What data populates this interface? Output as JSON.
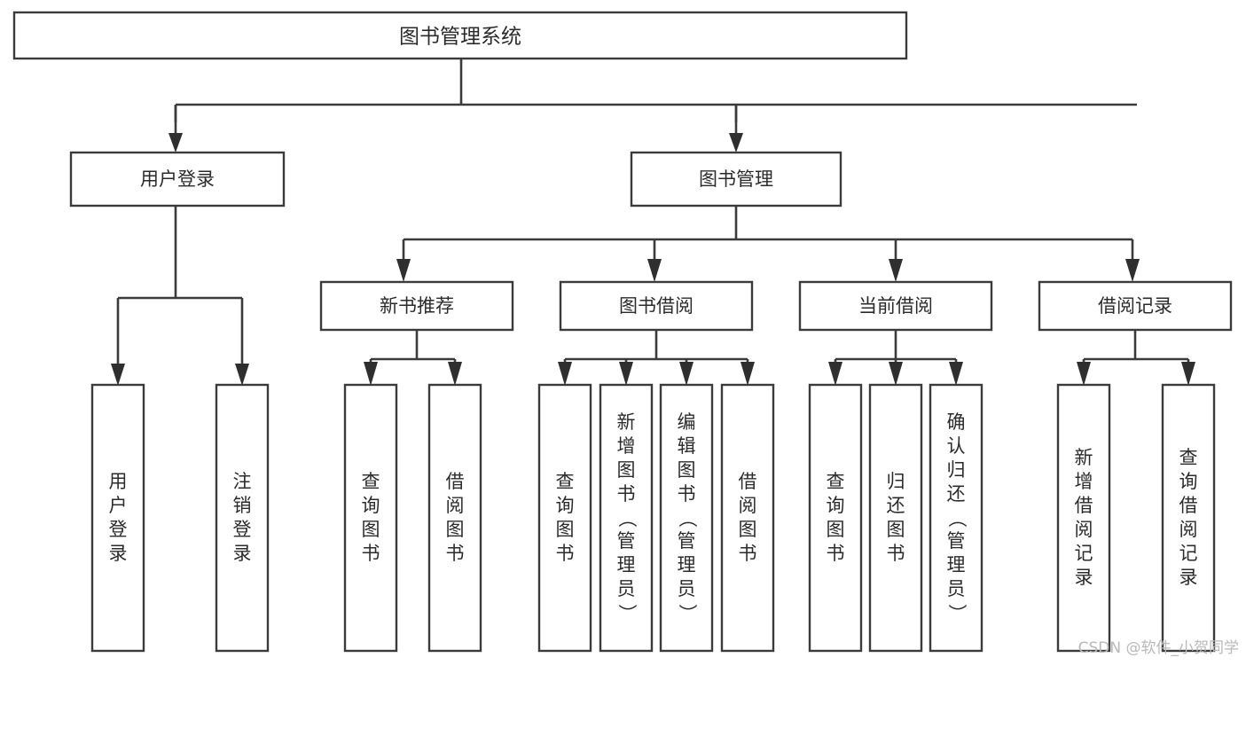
{
  "diagram": {
    "type": "tree-hierarchy-flowchart",
    "title": "图书管理系统",
    "watermark": "CSDN @软件_小贺同学",
    "colors": {
      "background": "#ffffff",
      "box_fill": "#ffffff",
      "box_stroke": "#3b3b3b",
      "connector": "#3b3b3b",
      "arrow": "#2f2f2f",
      "text": "#2b2b2b",
      "watermark": "#b9b9b9"
    },
    "root": {
      "label": "图书管理系统"
    },
    "level2": [
      {
        "id": "user-login",
        "label": "用户登录"
      },
      {
        "id": "book-management",
        "label": "图书管理"
      }
    ],
    "level3": [
      {
        "id": "new-book-recommend",
        "label": "新书推荐",
        "parent": "book-management"
      },
      {
        "id": "book-borrow",
        "label": "图书借阅",
        "parent": "book-management"
      },
      {
        "id": "current-borrow",
        "label": "当前借阅",
        "parent": "book-management"
      },
      {
        "id": "borrow-record",
        "label": "借阅记录",
        "parent": "book-management"
      }
    ],
    "leaves": [
      {
        "id": "leaf-user-login",
        "parent": "user-login",
        "label": "用户登录",
        "chars": [
          "用",
          "户",
          "登",
          "录"
        ]
      },
      {
        "id": "leaf-logout-login",
        "parent": "user-login",
        "label": "注销登录",
        "chars": [
          "注",
          "销",
          "登",
          "录"
        ]
      },
      {
        "id": "leaf-query-book-1",
        "parent": "new-book-recommend",
        "label": "查询图书",
        "chars": [
          "查",
          "询",
          "图",
          "书"
        ]
      },
      {
        "id": "leaf-borrow-book-1",
        "parent": "new-book-recommend",
        "label": "借阅图书",
        "chars": [
          "借",
          "阅",
          "图",
          "书"
        ]
      },
      {
        "id": "leaf-query-book-2",
        "parent": "book-borrow",
        "label": "查询图书",
        "chars": [
          "查",
          "询",
          "图",
          "书"
        ]
      },
      {
        "id": "leaf-add-book",
        "parent": "book-borrow",
        "label": "新增图书（管理员）",
        "chars": [
          "新",
          "增",
          "图",
          "书",
          "（",
          "管",
          "理",
          "员",
          "）"
        ]
      },
      {
        "id": "leaf-edit-book",
        "parent": "book-borrow",
        "label": "编辑图书（管理员）",
        "chars": [
          "编",
          "辑",
          "图",
          "书",
          "（",
          "管",
          "理",
          "员",
          "）"
        ]
      },
      {
        "id": "leaf-borrow-book-2",
        "parent": "book-borrow",
        "label": "借阅图书",
        "chars": [
          "借",
          "阅",
          "图",
          "书"
        ]
      },
      {
        "id": "leaf-query-book-3",
        "parent": "current-borrow",
        "label": "查询图书",
        "chars": [
          "查",
          "询",
          "图",
          "书"
        ]
      },
      {
        "id": "leaf-return-book",
        "parent": "current-borrow",
        "label": "归还图书",
        "chars": [
          "归",
          "还",
          "图",
          "书"
        ]
      },
      {
        "id": "leaf-confirm-return",
        "parent": "current-borrow",
        "label": "确认归还（管理员）",
        "chars": [
          "确",
          "认",
          "归",
          "还",
          "（",
          "管",
          "理",
          "员",
          "）"
        ]
      },
      {
        "id": "leaf-add-record",
        "parent": "borrow-record",
        "label": "新增借阅记录",
        "chars": [
          "新",
          "增",
          "借",
          "阅",
          "记",
          "录"
        ]
      },
      {
        "id": "leaf-query-record",
        "parent": "borrow-record",
        "label": "查询借阅记录",
        "chars": [
          "查",
          "询",
          "借",
          "阅",
          "记",
          "录"
        ]
      }
    ]
  }
}
